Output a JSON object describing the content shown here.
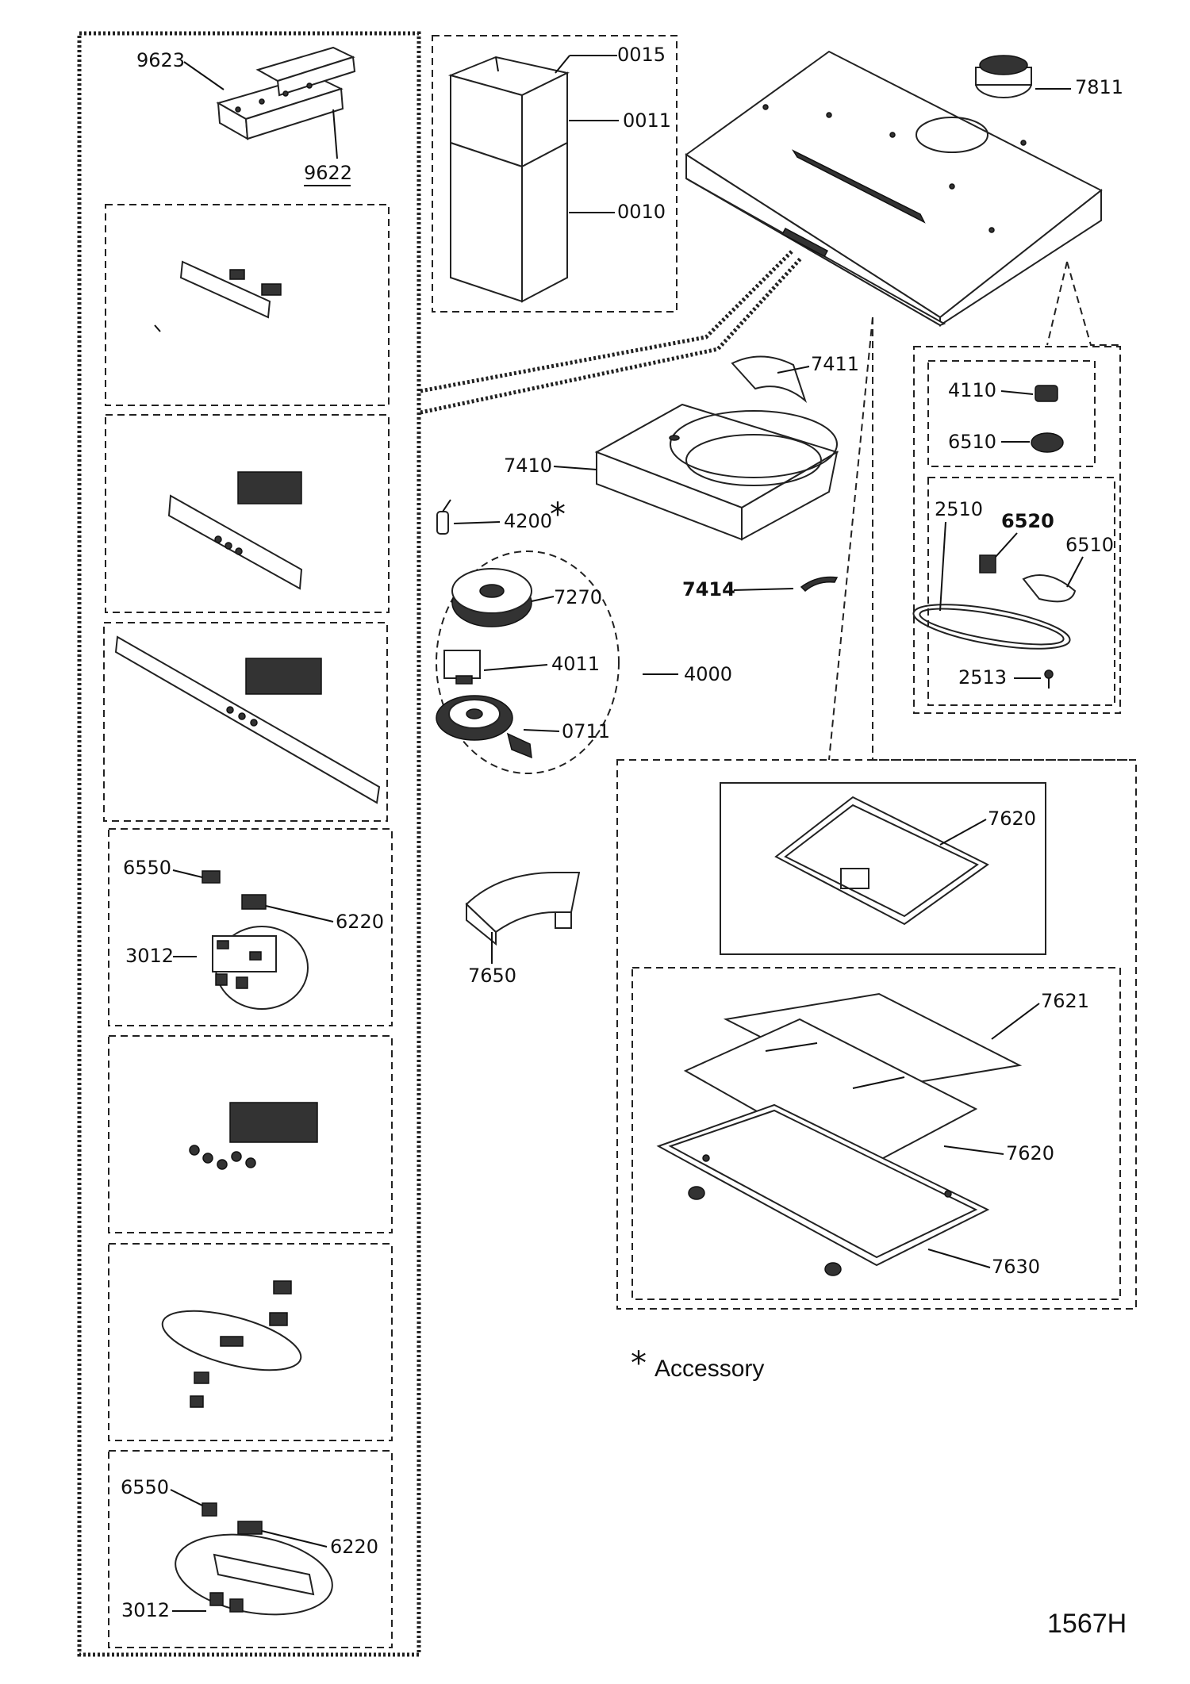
{
  "diagram": {
    "drawing_code": "1567H",
    "accessory_note": "Accessory",
    "accessory_marker": "*",
    "labels": {
      "p9623": "9623",
      "p9622": "9622",
      "p0015": "0015",
      "p0011": "0011",
      "p0010": "0010",
      "p7811": "7811",
      "p7411": "7411",
      "p7410": "7410",
      "p4200": "4200",
      "p7270": "7270",
      "p4011": "4011",
      "p4000": "4000",
      "p0711": "0711",
      "p7414": "7414",
      "p4110": "4110",
      "p6510a": "6510",
      "p2510": "2510",
      "p6520": "6520",
      "p6510b": "6510",
      "p2513": "2513",
      "p7650": "7650",
      "p7620a": "7620",
      "p7621": "7621",
      "p7620b": "7620",
      "p7630": "7630",
      "p6550a": "6550",
      "p6220a": "6220",
      "p3012a": "3012",
      "p6550b": "6550",
      "p6220b": "6220",
      "p3012b": "3012"
    }
  }
}
